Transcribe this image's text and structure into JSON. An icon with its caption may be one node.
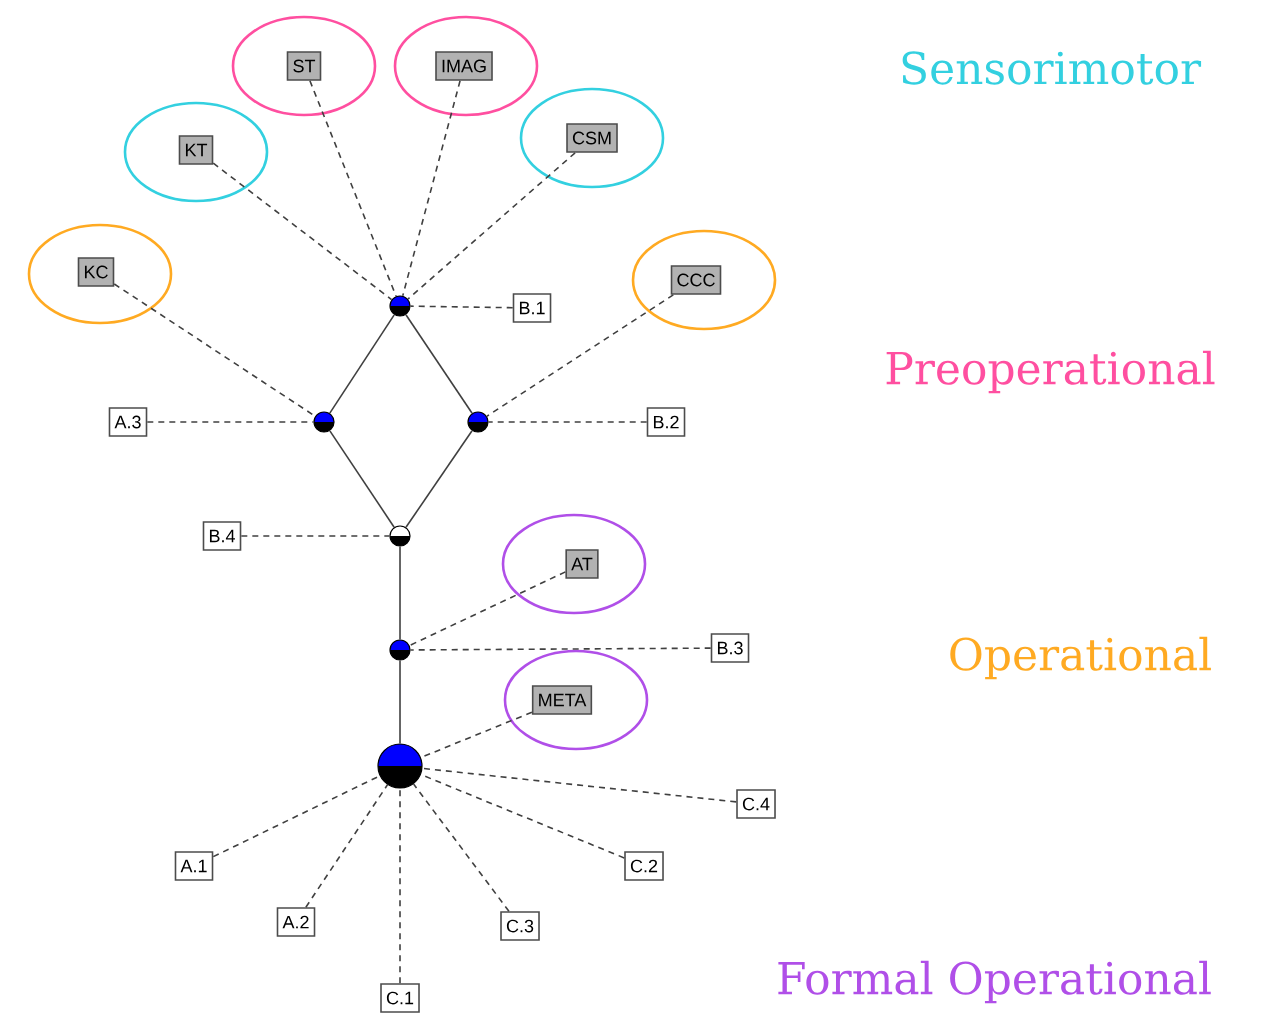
{
  "diagram": {
    "nodes": [
      {
        "text": [],
        "shape": "ellipse"
      },
      {
        "text": [
          "ST"
        ],
        "in": 0
      },
      {
        "text": [],
        "shape": "ellipse"
      },
      {
        "text": [
          "IMAG"
        ],
        "in": 2
      },
      {
        "text": [],
        "shape": "ellipse"
      },
      {
        "text": [
          "KT"
        ],
        "in": 4
      },
      {
        "text": [],
        "shape": "ellipse"
      },
      {
        "text": [
          "CSM"
        ],
        "in": 6
      },
      {
        "text": [],
        "shape": "ellipse"
      },
      {
        "text": [
          "KC"
        ],
        "in": 8
      },
      {
        "text": [],
        "shape": "circle"
      },
      {
        "text": [
          "B.1"
        ]
      },
      {
        "text": [],
        "shape": "ellipse"
      },
      {
        "text": [
          "CCC"
        ],
        "in": 12
      },
      {
        "text": [
          "A.3"
        ]
      },
      {
        "text": [],
        "shape": "circle"
      },
      {
        "text": [],
        "shape": "circle"
      },
      {
        "text": [
          "B.2"
        ]
      },
      {
        "text": [
          "B.4"
        ]
      },
      {
        "text": [],
        "shape": "circle"
      },
      {
        "text": [],
        "shape": "ellipse"
      },
      {
        "text": [
          "AT"
        ],
        "in": 20
      },
      {
        "text": [],
        "shape": "circle"
      },
      {
        "text": [
          "B.3"
        ]
      },
      {
        "text": [],
        "shape": "ellipse"
      },
      {
        "text": [
          "META"
        ],
        "in": 24
      },
      {
        "text": [],
        "shape": "circle"
      },
      {
        "text": [
          "C.4"
        ]
      },
      {
        "text": [
          "A.1"
        ]
      },
      {
        "text": [
          "C.2"
        ]
      },
      {
        "text": [
          "A.2"
        ]
      },
      {
        "text": [
          "C.3"
        ]
      },
      {
        "text": [
          "C.1"
        ]
      }
    ],
    "edges": [
      {
        "from": 1,
        "to": 10,
        "arrow": "none",
        "style": "dashed"
      },
      {
        "from": 3,
        "to": 10,
        "arrow": "none",
        "style": "dashed"
      },
      {
        "from": 5,
        "to": 10,
        "arrow": "none",
        "style": "dashed"
      },
      {
        "from": 7,
        "to": 10,
        "arrow": "none",
        "style": "dashed"
      },
      {
        "from": 11,
        "to": 10,
        "arrow": "none",
        "style": "dashed"
      },
      {
        "from": 9,
        "to": 15,
        "arrow": "none",
        "style": "dashed"
      },
      {
        "from": 14,
        "to": 15,
        "arrow": "none",
        "style": "dashed"
      },
      {
        "from": 13,
        "to": 16,
        "arrow": "none",
        "style": "dashed"
      },
      {
        "from": 17,
        "to": 16,
        "arrow": "none",
        "style": "dashed"
      },
      {
        "from": 18,
        "to": 19,
        "arrow": "none",
        "style": "dashed"
      },
      {
        "from": 21,
        "to": 22,
        "arrow": "none",
        "style": "dashed"
      },
      {
        "from": 23,
        "to": 22,
        "arrow": "none",
        "style": "dashed"
      },
      {
        "from": 25,
        "to": 26,
        "arrow": "none",
        "style": "dashed"
      },
      {
        "from": 27,
        "to": 26,
        "arrow": "none",
        "style": "dashed"
      },
      {
        "from": 28,
        "to": 26,
        "arrow": "none",
        "style": "dashed"
      },
      {
        "from": 29,
        "to": 26,
        "arrow": "none",
        "style": "dashed"
      },
      {
        "from": 30,
        "to": 26,
        "arrow": "none",
        "style": "dashed"
      },
      {
        "from": 31,
        "to": 26,
        "arrow": "none",
        "style": "dashed"
      },
      {
        "from": 32,
        "to": 26,
        "arrow": "none",
        "style": "dashed"
      },
      {
        "from": 10,
        "to": 15,
        "arrow": "none"
      },
      {
        "from": 10,
        "to": 16,
        "arrow": "none"
      },
      {
        "from": 15,
        "to": 19,
        "arrow": "none"
      },
      {
        "from": 16,
        "to": 19,
        "arrow": "none"
      },
      {
        "from": 19,
        "to": 22,
        "arrow": "none"
      },
      {
        "from": 22,
        "to": 26,
        "arrow": "none"
      }
    ],
    "labels": [
      "Sensorimotor",
      "Preoperational",
      "Operational",
      "Formal Operational"
    ]
  }
}
